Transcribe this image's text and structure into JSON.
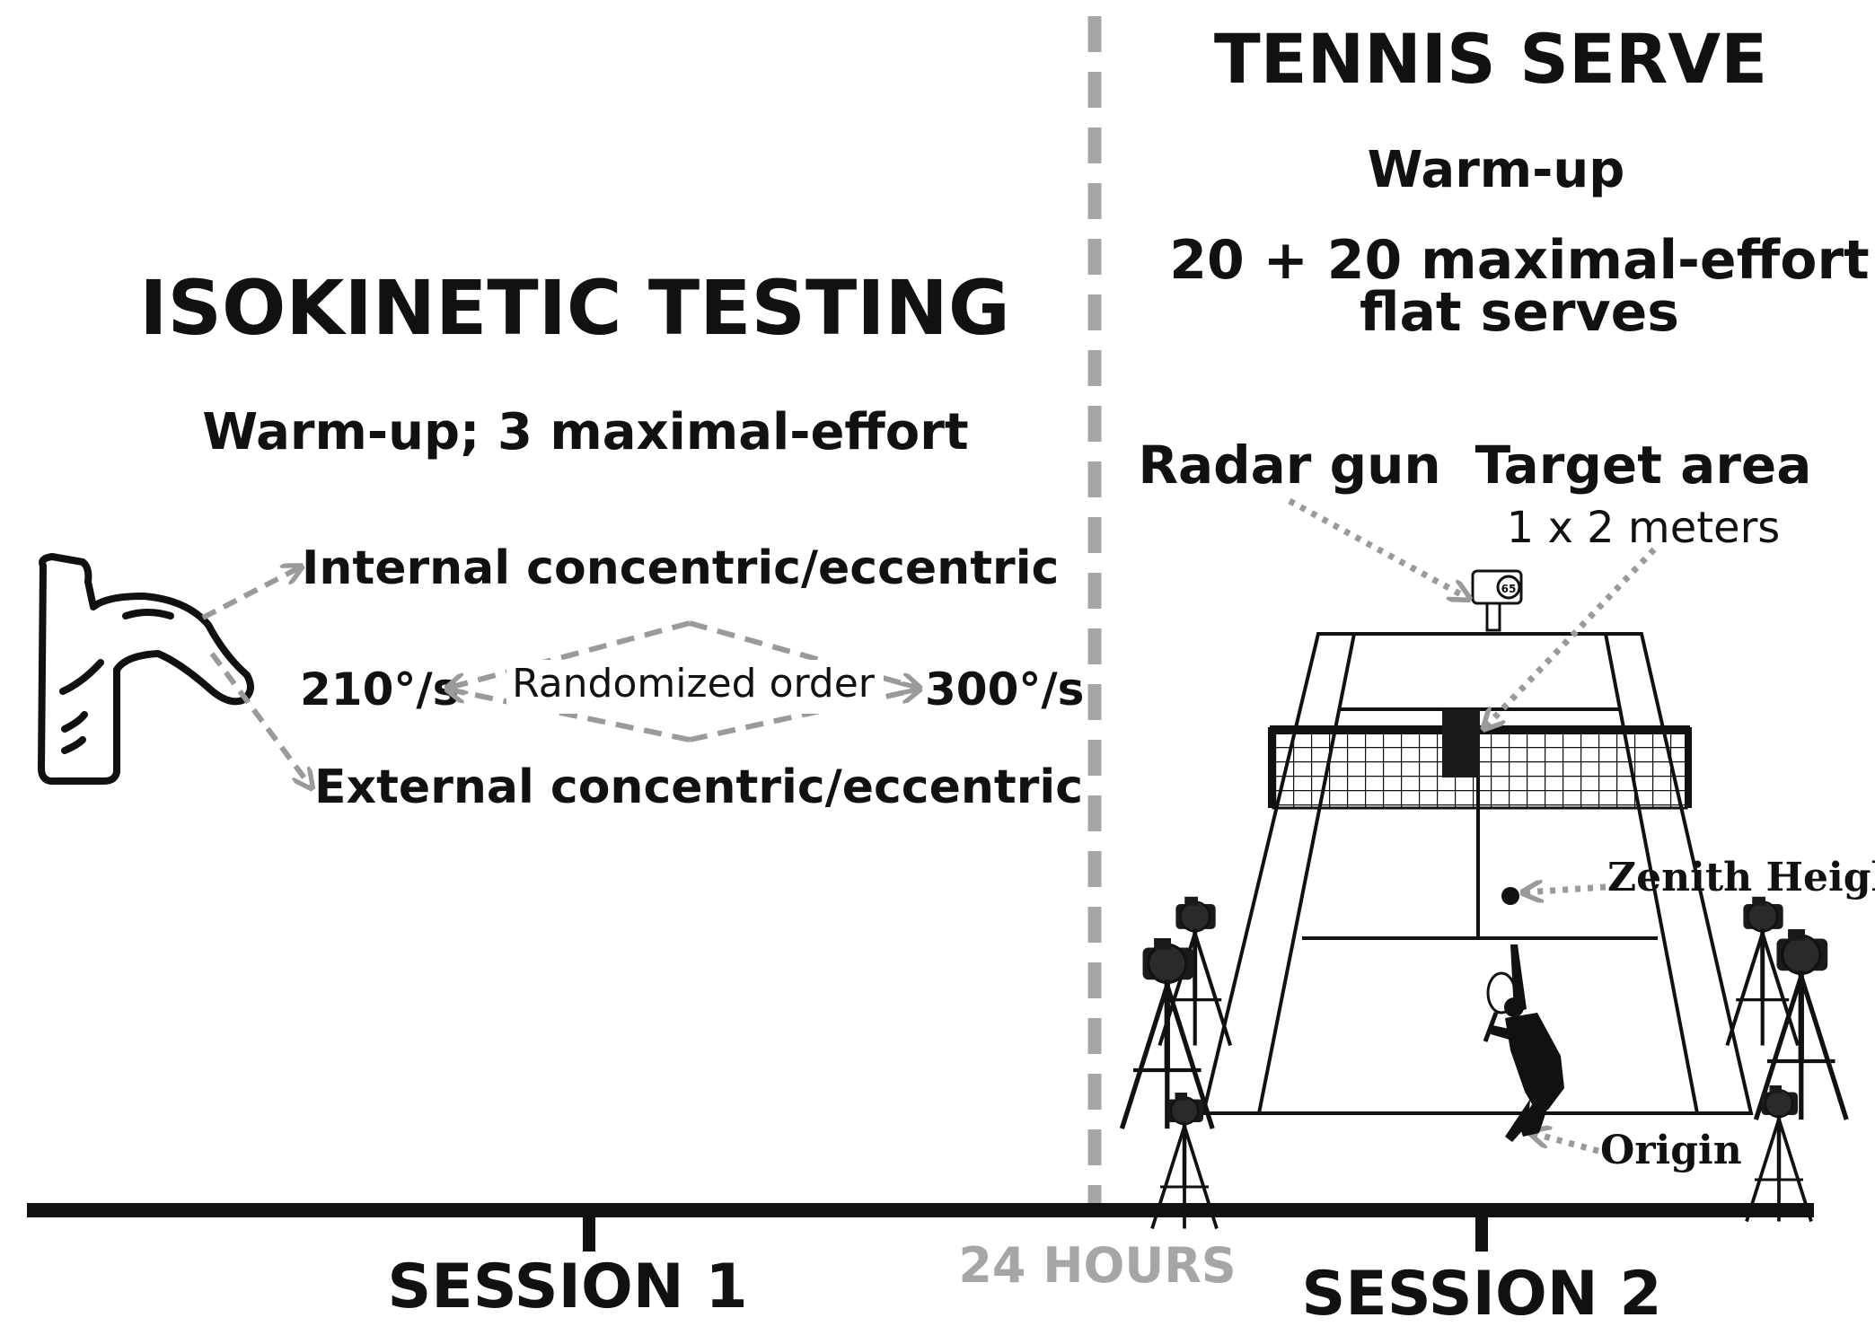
{
  "left": {
    "title": "ISOKINETIC TESTING",
    "subtitle": "Warm-up; 3 maximal-effort",
    "internal": "Internal concentric/eccentric",
    "external": "External concentric/eccentric",
    "speed_low": "210°/s",
    "speed_high": "300°/s",
    "randomized": "Randomized order"
  },
  "right": {
    "title": "TENNIS SERVE",
    "warmup": "Warm-up",
    "serves_line1": "20 + 20 maximal-effort",
    "serves_line2": "flat serves",
    "radar": "Radar gun",
    "target": "Target area",
    "target_size": "1 x 2 meters",
    "radar_display": "65",
    "zenith": "Zenith Height",
    "origin": "Origin"
  },
  "timeline": {
    "session1": "SESSION 1",
    "session2": "SESSION 2",
    "gap": "24 HOURS"
  },
  "colors": {
    "text": "#111111",
    "gray": "#a6a6a6",
    "arrow": "#9a9a9a",
    "black": "#111111"
  },
  "icons": {
    "shoulder": "shoulder-arm-icon",
    "radar": "radar-gun-icon",
    "camera": "camera-tripod-icon",
    "player": "tennis-player-icon"
  }
}
